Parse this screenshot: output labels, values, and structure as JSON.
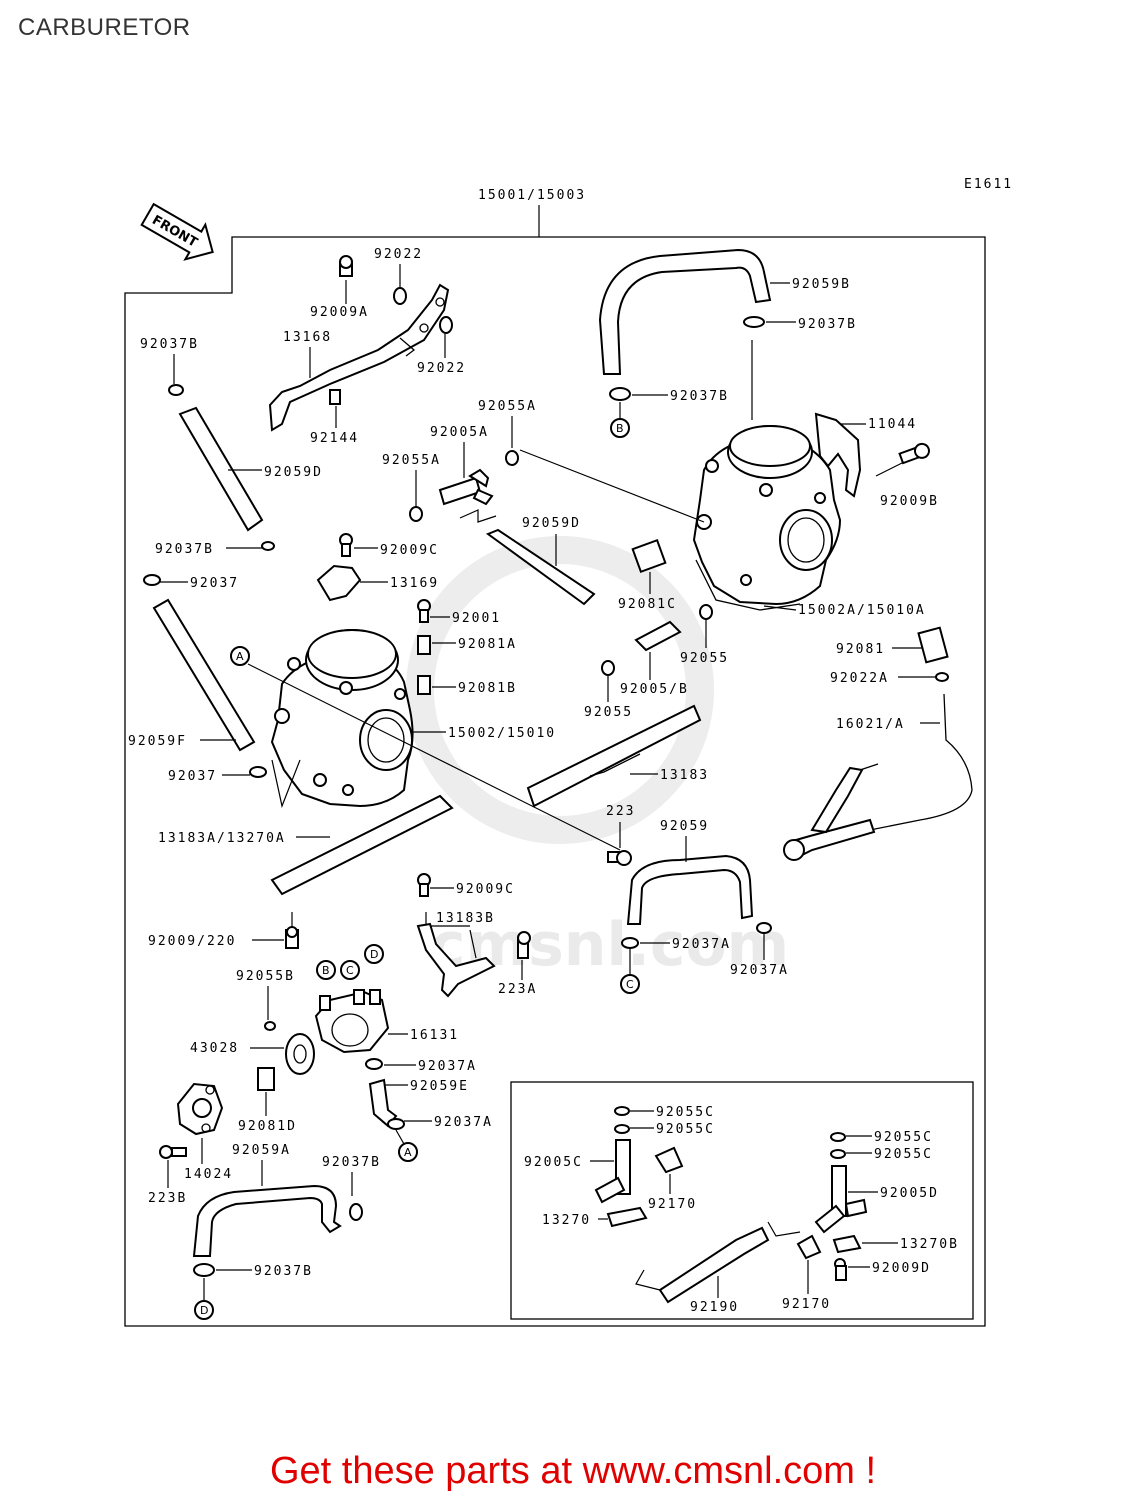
{
  "header": {
    "title": "CARBURETOR"
  },
  "diagram": {
    "code": "E1611",
    "front_label": "FRONT",
    "watermark": "cmsnl.com",
    "circle_markers": [
      "A",
      "B",
      "C",
      "D"
    ],
    "labels": {
      "assy": "15001/15003",
      "l_92022a": "92022",
      "l_92009a": "92009A",
      "l_92022b": "92022",
      "l_13168": "13168",
      "l_92144": "92144",
      "l_92037b_1": "92037B",
      "l_92059d_1": "92059D",
      "l_92037b_2": "92037B",
      "l_92037_1": "92037",
      "l_92059f": "92059F",
      "l_92037_2": "92037",
      "l_92059b": "92059B",
      "l_92037b_3": "92037B",
      "l_92037b_4": "92037B",
      "l_11044": "11044",
      "l_92009b": "92009B",
      "l_92055a_1": "92055A",
      "l_92005a": "92005A",
      "l_92055a_2": "92055A",
      "l_92059d_2": "92059D",
      "l_92009c_1": "92009C",
      "l_13169": "13169",
      "l_92001": "92001",
      "l_92081a": "92081A",
      "l_92081b": "92081B",
      "l_92081c": "92081C",
      "l_15002a": "15002A/15010A",
      "l_92055_1": "92055",
      "l_92005b": "92005/B",
      "l_92055_2": "92055",
      "l_92081": "92081",
      "l_92022a2": "92022A",
      "l_16021": "16021/A",
      "l_15002": "15002/15010",
      "l_13183": "13183",
      "l_223": "223",
      "l_92059": "92059",
      "l_13183a": "13183A/13270A",
      "l_92009c_2": "92009C",
      "l_13183b": "13183B",
      "l_92009_220": "92009/220",
      "l_92037a_1": "92037A",
      "l_92037a_2": "92037A",
      "l_223a": "223A",
      "l_92055b": "92055B",
      "l_16131": "16131",
      "l_43028": "43028",
      "l_92037a_3": "92037A",
      "l_92059e": "92059E",
      "l_92081d": "92081D",
      "l_92037a_4": "92037A",
      "l_14024": "14024",
      "l_92059a": "92059A",
      "l_92037b_5": "92037B",
      "l_223b": "223B",
      "l_92037b_6": "92037B",
      "l_92055c_1": "92055C",
      "l_92055c_2": "92055C",
      "l_92005c": "92005C",
      "l_92170_1": "92170",
      "l_13270": "13270",
      "l_92055c_3": "92055C",
      "l_92055c_4": "92055C",
      "l_92005d": "92005D",
      "l_13270b": "13270B",
      "l_92009d": "92009D",
      "l_92190": "92190",
      "l_92170_2": "92170"
    }
  },
  "footer": {
    "promo": "Get these parts at www.cmsnl.com !"
  }
}
